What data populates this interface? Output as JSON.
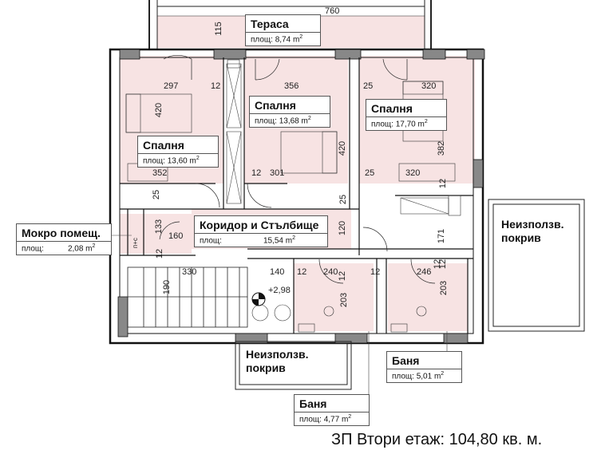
{
  "rooms": [
    {
      "id": "terrace",
      "name": "Тераса",
      "area_label": "площ: 8,74 m",
      "sup": "2"
    },
    {
      "id": "bedroom-left",
      "name": "Спалня",
      "area_label": "площ: 13,60 m",
      "sup": "2"
    },
    {
      "id": "bedroom-middle",
      "name": "Спалня",
      "area_label": "площ: 13,68 m",
      "sup": "2"
    },
    {
      "id": "bedroom-right",
      "name": "Спалня",
      "area_label": "площ: 17,70 m",
      "sup": "2"
    },
    {
      "id": "corridor",
      "name": "Коридор и Стълбище",
      "area_label": "площ:",
      "area_value": "15,54 m",
      "sup": "2"
    },
    {
      "id": "wet-room",
      "name": "Мокро помещ.",
      "area_label": "площ:",
      "area_value": "2,08 m",
      "sup": "2"
    },
    {
      "id": "bath-right",
      "name": "Баня",
      "area_label": "площ: 5,01 m",
      "sup": "2"
    },
    {
      "id": "bath-bottom",
      "name": "Баня",
      "area_label": "площ: 4,77 m",
      "sup": "2"
    },
    {
      "id": "roof-right",
      "name": "Неизползв.\nпокрив"
    },
    {
      "id": "roof-bottom",
      "name": "Неизползв.\nпокрив"
    }
  ],
  "dimensions": {
    "d760": "760",
    "d115": "115",
    "d297": "297",
    "d12a": "12",
    "d356": "356",
    "d25a": "25",
    "d320a": "320",
    "d420a": "420",
    "d420b": "420",
    "d382": "382",
    "d352": "352",
    "d12b": "12",
    "d301": "301",
    "d25b": "25",
    "d320b": "320",
    "d25c": "25",
    "d25d": "25",
    "d12c": "12",
    "d133": "133",
    "d12d": "12",
    "d160": "160",
    "d120": "120",
    "d171": "171",
    "d12e": "12",
    "d330": "330",
    "d140": "140",
    "d12f": "12",
    "d240": "240",
    "d12g": "12",
    "d246": "246",
    "d190": "190",
    "d203a": "203",
    "d203b": "203",
    "d12h": "12",
    "d12i": "12"
  },
  "symbols": {
    "elevation": "+2,98",
    "pc": "п+с"
  },
  "footer": "ЗП Втори етаж: 104,80 кв. м."
}
